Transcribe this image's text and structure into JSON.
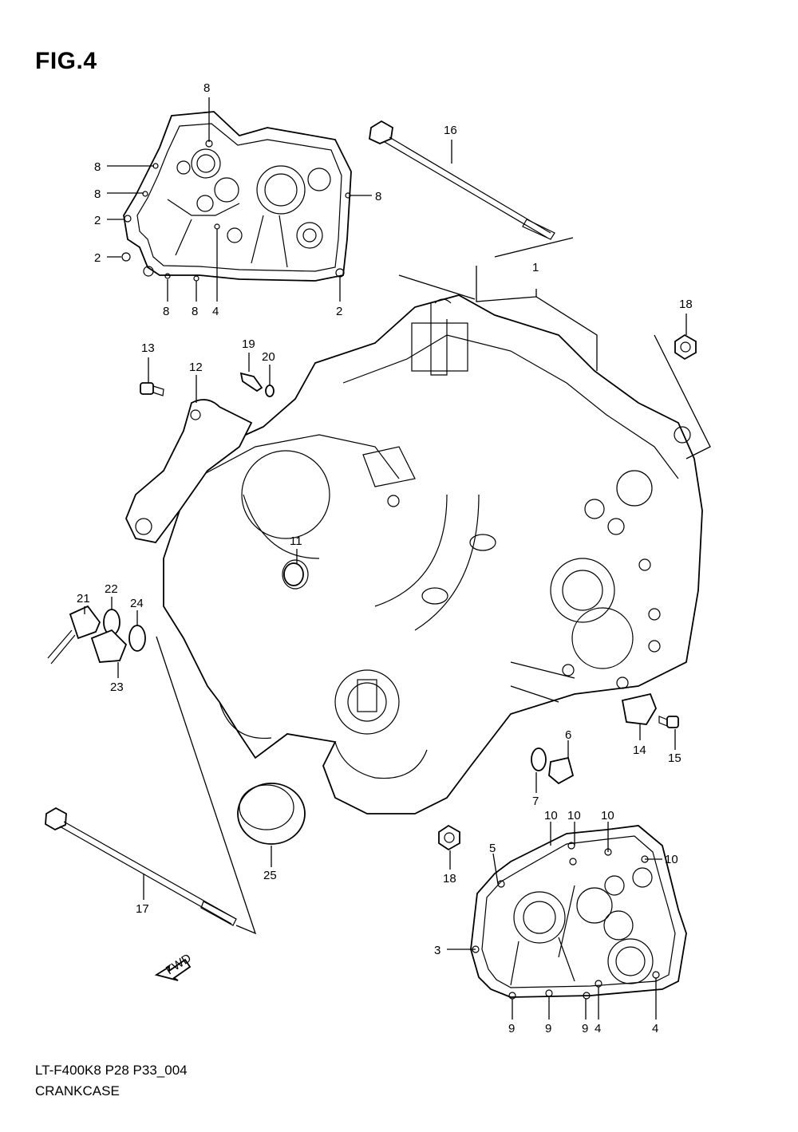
{
  "figure": {
    "title": "FIG.4",
    "code": "LT-F400K8 P28 P33_004",
    "name": "CRANKCASE"
  },
  "fwd_label": "FWD",
  "callouts": [
    {
      "id": "c8a",
      "label": "8"
    },
    {
      "id": "c8b",
      "label": "8"
    },
    {
      "id": "c8c",
      "label": "8"
    },
    {
      "id": "c8d",
      "label": "8"
    },
    {
      "id": "c2a",
      "label": "2"
    },
    {
      "id": "c2b",
      "label": "2"
    },
    {
      "id": "c8e",
      "label": "8"
    },
    {
      "id": "c8f",
      "label": "8"
    },
    {
      "id": "c4a",
      "label": "4"
    },
    {
      "id": "c2c",
      "label": "2"
    },
    {
      "id": "c16",
      "label": "16"
    },
    {
      "id": "c1",
      "label": "1"
    },
    {
      "id": "c18a",
      "label": "18"
    },
    {
      "id": "c13",
      "label": "13"
    },
    {
      "id": "c19",
      "label": "19"
    },
    {
      "id": "c20",
      "label": "20"
    },
    {
      "id": "c12",
      "label": "12"
    },
    {
      "id": "c11",
      "label": "11"
    },
    {
      "id": "c21",
      "label": "21"
    },
    {
      "id": "c22",
      "label": "22"
    },
    {
      "id": "c24",
      "label": "24"
    },
    {
      "id": "c23",
      "label": "23"
    },
    {
      "id": "c14",
      "label": "14"
    },
    {
      "id": "c15",
      "label": "15"
    },
    {
      "id": "c6",
      "label": "6"
    },
    {
      "id": "c7",
      "label": "7"
    },
    {
      "id": "c25",
      "label": "25"
    },
    {
      "id": "c18b",
      "label": "18"
    },
    {
      "id": "c17",
      "label": "17"
    },
    {
      "id": "c10a",
      "label": "10"
    },
    {
      "id": "c10b",
      "label": "10"
    },
    {
      "id": "c10c",
      "label": "10"
    },
    {
      "id": "c10d",
      "label": "10"
    },
    {
      "id": "c5",
      "label": "5"
    },
    {
      "id": "c3",
      "label": "3"
    },
    {
      "id": "c9a",
      "label": "9"
    },
    {
      "id": "c9b",
      "label": "9"
    },
    {
      "id": "c9c",
      "label": "9"
    },
    {
      "id": "c4b",
      "label": "4"
    },
    {
      "id": "c4c",
      "label": "4"
    }
  ]
}
